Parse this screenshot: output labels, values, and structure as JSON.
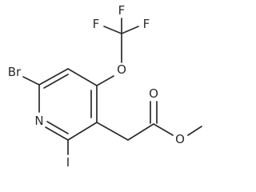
{
  "molecule": {
    "atoms": {
      "f_top": "F",
      "f_left": "F",
      "f_right": "F",
      "o_ether": "O",
      "br": "Br",
      "n_ring": "N",
      "i_sub": "I",
      "o_carbonyl": "O",
      "o_ester": "O"
    }
  },
  "colors": {
    "ink": "#2b2b2b",
    "background": "#ffffff"
  }
}
